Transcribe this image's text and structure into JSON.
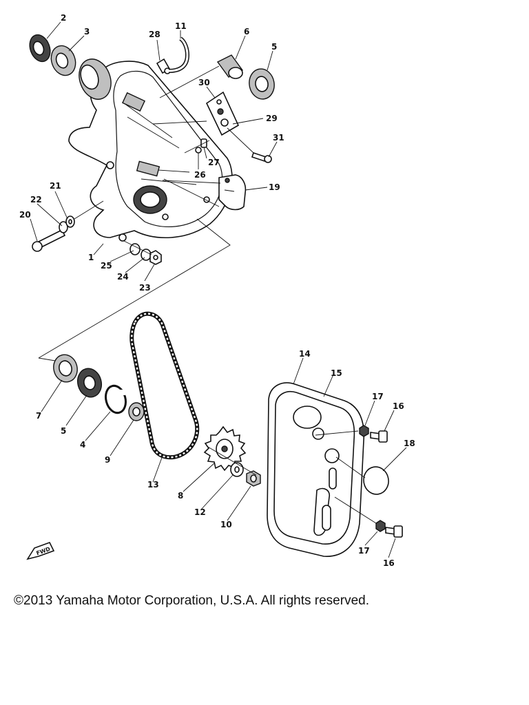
{
  "labels": {
    "p1": "1",
    "p2": "2",
    "p3": "3",
    "p4": "4",
    "p5a": "5",
    "p5b": "5",
    "p6": "6",
    "p7": "7",
    "p8": "8",
    "p9": "9",
    "p10": "10",
    "p11": "11",
    "p12": "12",
    "p13": "13",
    "p14": "14",
    "p15": "15",
    "p16a": "16",
    "p16b": "16",
    "p17a": "17",
    "p17b": "17",
    "p18": "18",
    "p19": "19",
    "p20": "20",
    "p21": "21",
    "p22": "22",
    "p23": "23",
    "p24": "24",
    "p25": "25",
    "p26": "26",
    "p27": "27",
    "p28": "28",
    "p29": "29",
    "p30": "30",
    "p31": "31"
  },
  "fwd_label": "FWD",
  "copyright": "©2013 Yamaha Motor Corporation, U.S.A. All rights reserved."
}
